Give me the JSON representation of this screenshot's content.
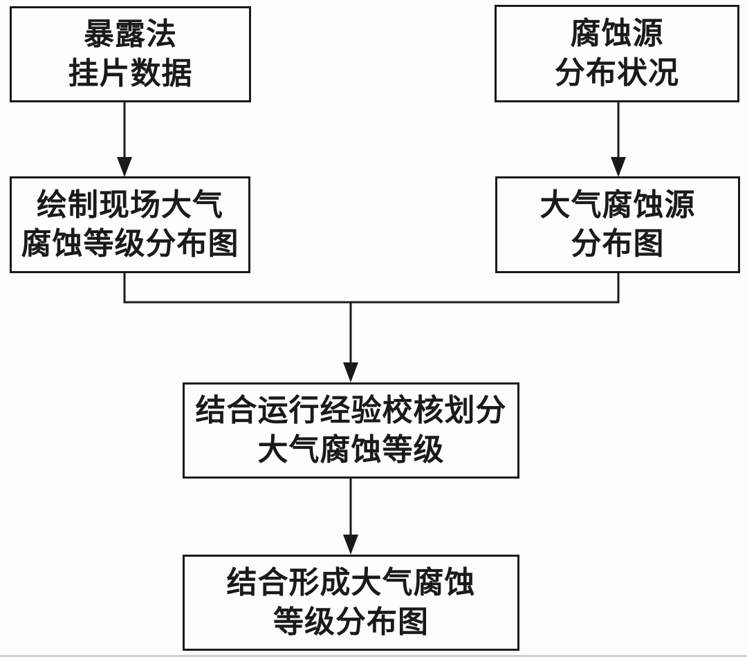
{
  "diagram": {
    "title": "atmospheric-corrosion-grade-mapping-flowchart",
    "colors": {
      "ink": "#1a1a1a",
      "background": "#fdfdfd"
    },
    "nodes": [
      {
        "id": "exposure-coupon-data",
        "lines": [
          "暴露法",
          "挂片数据"
        ]
      },
      {
        "id": "corrosion-source-status",
        "lines": [
          "腐蚀源",
          "分布状况"
        ]
      },
      {
        "id": "site-corrosion-grade-map",
        "lines": [
          "绘制现场大气",
          "腐蚀等级分布图"
        ]
      },
      {
        "id": "corrosion-source-map",
        "lines": [
          "大气腐蚀源",
          "分布图"
        ]
      },
      {
        "id": "experience-check-grading",
        "lines": [
          "结合运行经验校核划分",
          "大气腐蚀等级"
        ]
      },
      {
        "id": "final-grade-distribution-map",
        "lines": [
          "结合形成大气腐蚀",
          "等级分布图"
        ]
      }
    ],
    "edges": [
      {
        "from": "exposure-coupon-data",
        "to": "site-corrosion-grade-map"
      },
      {
        "from": "corrosion-source-status",
        "to": "corrosion-source-map"
      },
      {
        "from": "site-corrosion-grade-map + corrosion-source-map",
        "to": "experience-check-grading"
      },
      {
        "from": "experience-check-grading",
        "to": "final-grade-distribution-map"
      }
    ]
  }
}
